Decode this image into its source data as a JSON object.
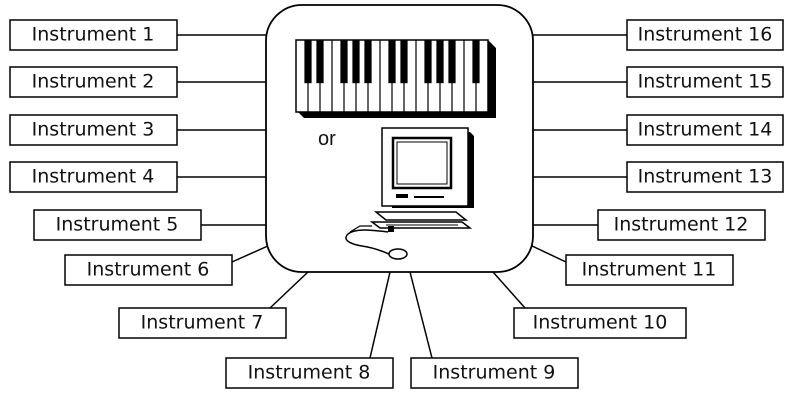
{
  "hub": {
    "or_label": "or",
    "devices": [
      "keyboard-icon",
      "computer-icon"
    ]
  },
  "instruments": [
    "Instrument 1",
    "Instrument 2",
    "Instrument 3",
    "Instrument 4",
    "Instrument 5",
    "Instrument 6",
    "Instrument 7",
    "Instrument 8",
    "Instrument 9",
    "Instrument 10",
    "Instrument 11",
    "Instrument 12",
    "Instrument 13",
    "Instrument 14",
    "Instrument 15",
    "Instrument 16"
  ],
  "colors": {
    "line": "#000000",
    "box_fill": "#ffffff",
    "text": "#111111"
  }
}
